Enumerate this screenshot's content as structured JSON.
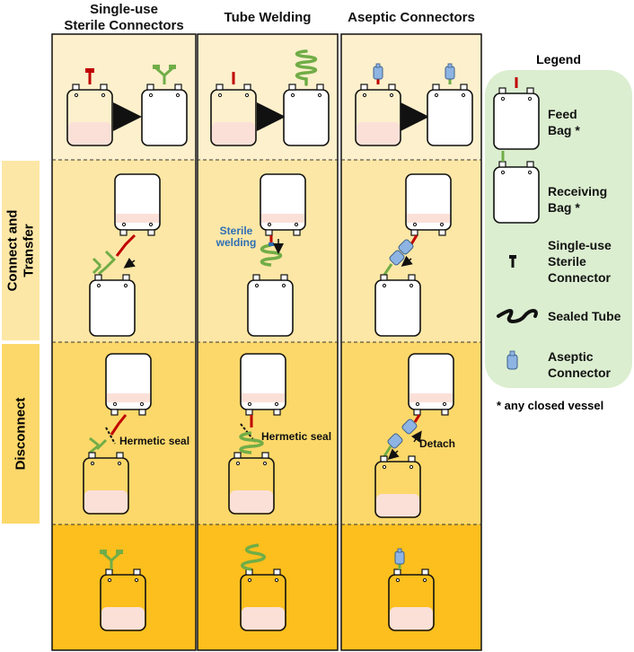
{
  "columns": [
    {
      "title_line1": "Single-use",
      "title_line2": "Sterile Connectors"
    },
    {
      "title_line1": "",
      "title_line2": "Tube Welding"
    },
    {
      "title_line1": "",
      "title_line2": "Aseptic Connectors"
    }
  ],
  "rows": {
    "connect_transfer_line1": "Connect and",
    "connect_transfer_line2": "Transfer",
    "disconnect": "Disconnect"
  },
  "annotations": {
    "sterile_welding_line1": "Sterile",
    "sterile_welding_line2": "welding",
    "hermetic_seal_1": "Hermetic seal",
    "hermetic_seal_2": "Hermetic seal",
    "detach": "Detach"
  },
  "legend": {
    "title": "Legend",
    "feed_line1": "Feed",
    "feed_line2": "Bag *",
    "receiving_line1": "Receiving",
    "receiving_line2": "Bag *",
    "connector_line1": "Single-use",
    "connector_line2": "Sterile",
    "connector_line3": "Connector",
    "sealed_tube": "Sealed Tube",
    "aseptic_line1": "Aseptic",
    "aseptic_line2": "Connector",
    "footnote": "* any closed vessel"
  },
  "colors": {
    "band1": "#fdf0cc",
    "band2": "#fde7a6",
    "band3": "#fcd86a",
    "band4": "#fcbf1e",
    "legend_bg": "#dbeed0",
    "liquid": "#fbe0d8",
    "feed_tube": "#c00000",
    "connector_green": "#70ad47",
    "aseptic_blue": "#8eb4e3",
    "weld_text": "#2e6fb4"
  }
}
